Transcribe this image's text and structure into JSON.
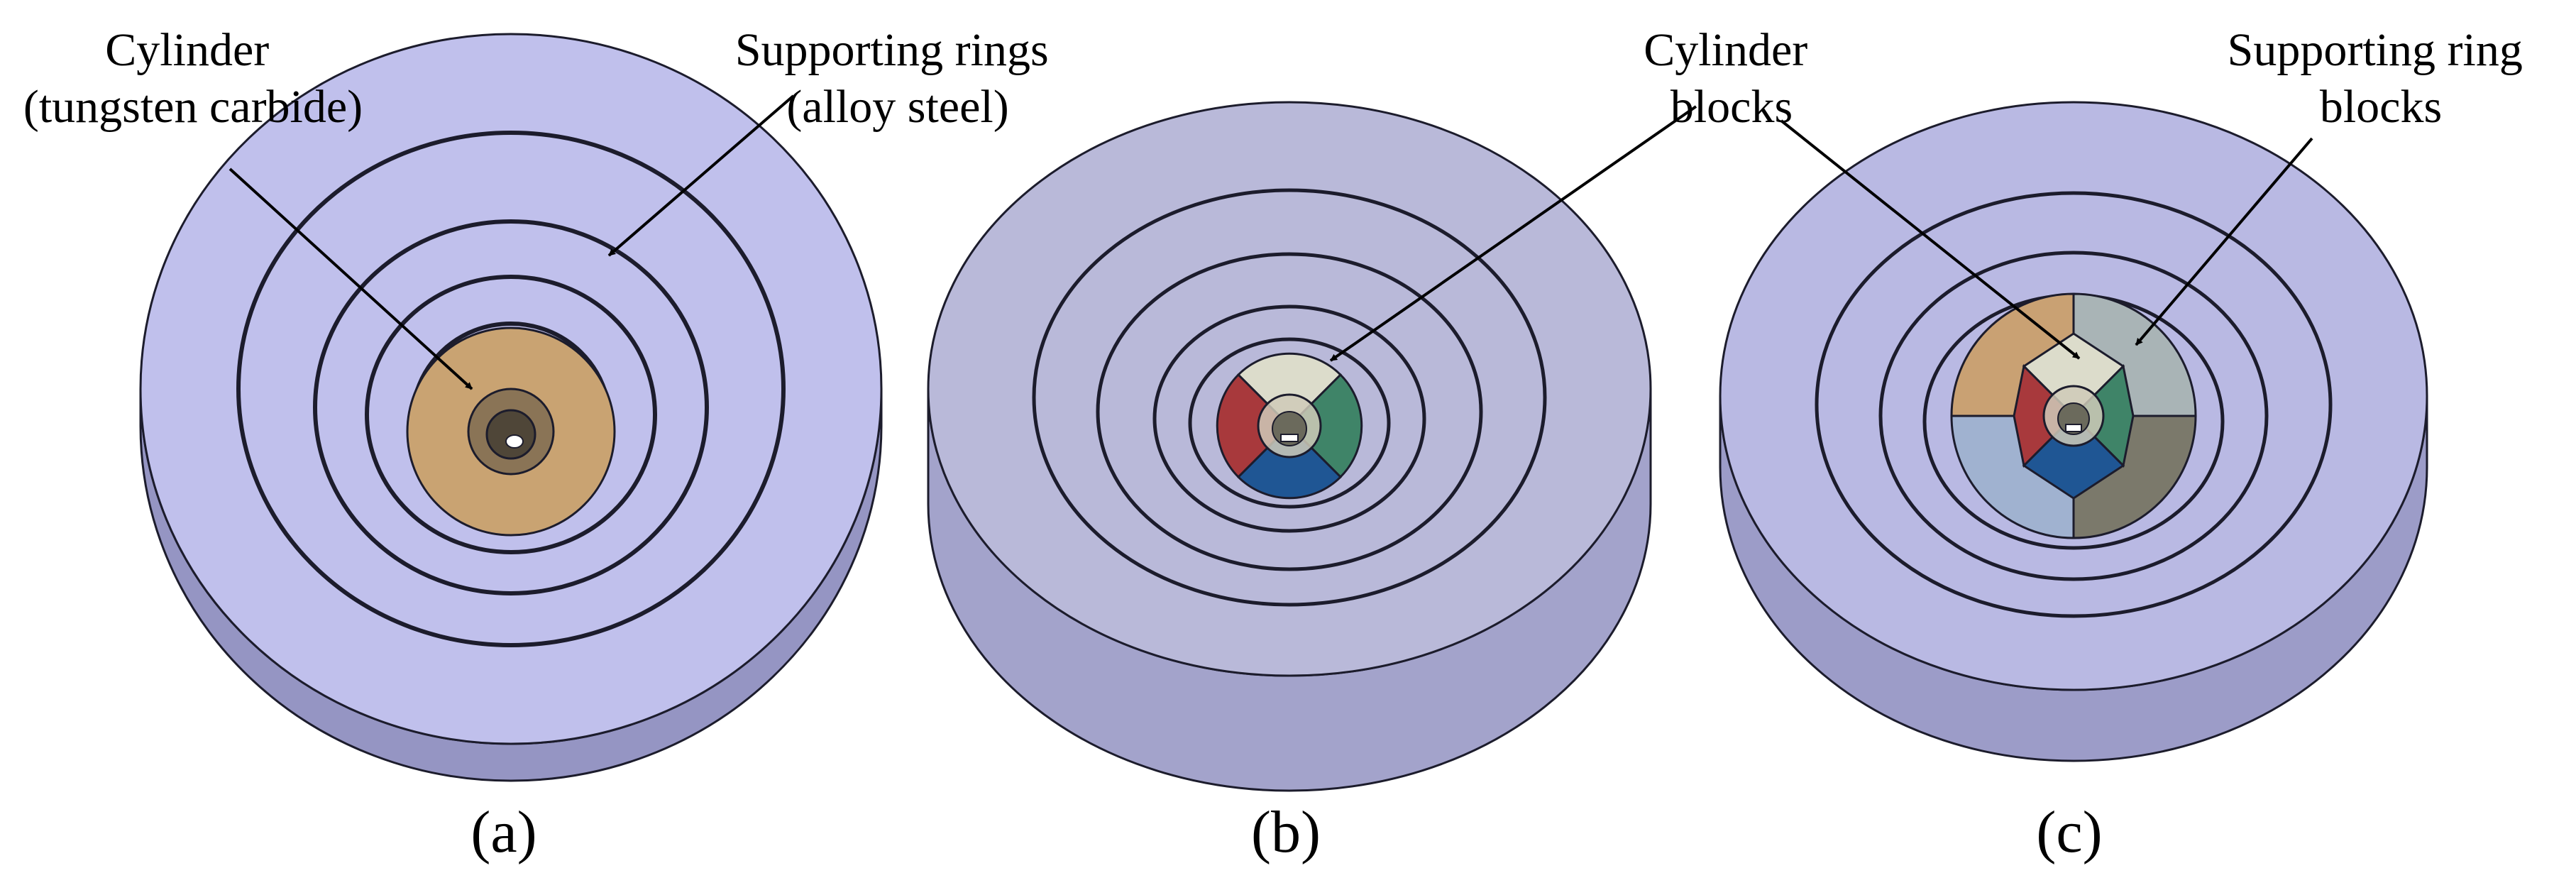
{
  "figure": {
    "panels": [
      {
        "id": "a",
        "caption": "(a)",
        "labels": [
          {
            "lines": [
              "Cylinder",
              "(tungsten carbide)"
            ]
          },
          {
            "lines": [
              "Supporting rings",
              "(alloy steel)"
            ]
          }
        ]
      },
      {
        "id": "b",
        "caption": "(b)",
        "labels": [
          {
            "lines": [
              "Cylinder",
              "blocks"
            ]
          }
        ]
      },
      {
        "id": "c",
        "caption": "(c)",
        "labels": [
          {
            "lines": [
              "Supporting ring",
              "blocks"
            ]
          }
        ]
      }
    ],
    "colors": {
      "disc_top_a": "#c0c0ec",
      "disc_side_a": "#9595c3",
      "disc_top_b": "#b9b9d9",
      "disc_side_b": "#a3a3cb",
      "disc_top_c": "#b9b9e3",
      "disc_side_c": "#9c9cc8",
      "tungsten_carbide": "#c9a372",
      "block_white": "#dcdccb",
      "block_red": "#a8393c",
      "block_green": "#3f8468",
      "block_blue": "#1f5694",
      "ring_tan": "#c9a173",
      "ring_silver": "#a9b4b6",
      "ring_lightblue": "#a0b2d0",
      "ring_grey": "#7b796b",
      "outline": "#1c1c2c"
    }
  }
}
